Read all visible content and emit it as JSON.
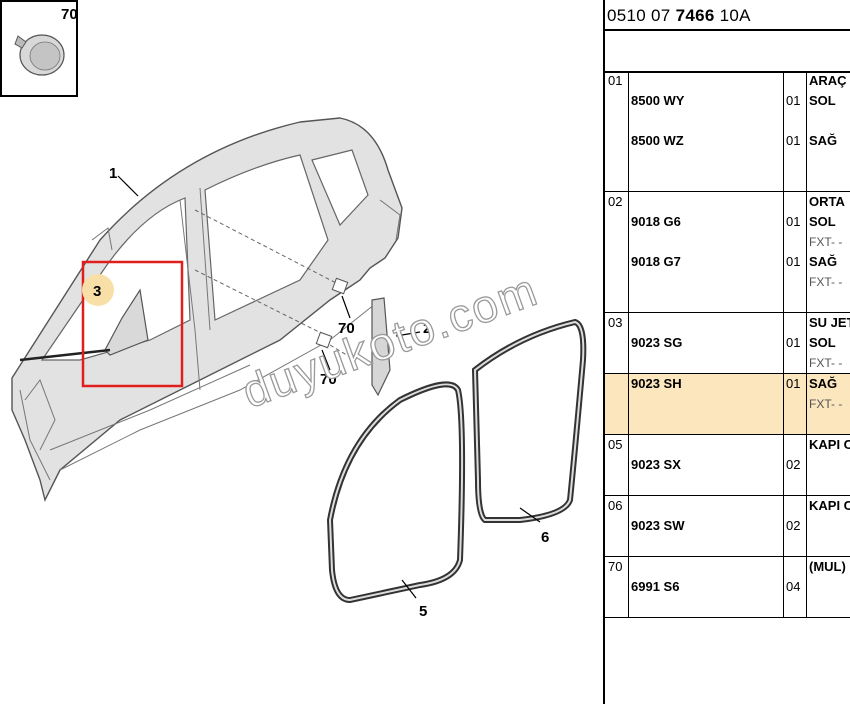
{
  "header": {
    "ref_prefix": "0510 07",
    "ref_bold": "7466",
    "ref_suffix": "10A"
  },
  "diagram": {
    "inset_label": "70",
    "callouts": {
      "c1": "1",
      "c2": "2",
      "c3": "3",
      "c5": "5",
      "c6": "6",
      "c70a": "70",
      "c70b": "70"
    },
    "watermark": "duyukoto.com"
  },
  "rows": [
    {
      "grp": "01",
      "lines": [
        {
          "part": "",
          "qty": "",
          "desc": "ARAÇ",
          "fx": false
        },
        {
          "part": "8500 WY",
          "qty": "01",
          "desc": "SOL",
          "fx": false
        },
        {
          "part": "",
          "qty": "",
          "desc": "",
          "fx": false
        },
        {
          "part": "8500 WZ",
          "qty": "01",
          "desc": "SAĞ",
          "fx": false
        },
        {
          "part": "",
          "qty": "",
          "desc": "",
          "fx": false
        },
        {
          "part": "",
          "qty": "",
          "desc": "",
          "fx": false
        }
      ]
    },
    {
      "grp": "02",
      "lines": [
        {
          "part": "",
          "qty": "",
          "desc": "ORTA",
          "fx": false
        },
        {
          "part": "9018 G6",
          "qty": "01",
          "desc": "SOL",
          "fx": false
        },
        {
          "part": "",
          "qty": "",
          "desc": "FXT- -",
          "fx": true
        },
        {
          "part": "9018 G7",
          "qty": "01",
          "desc": "SAĞ",
          "fx": false
        },
        {
          "part": "",
          "qty": "",
          "desc": "FXT- -",
          "fx": true
        },
        {
          "part": "",
          "qty": "",
          "desc": "",
          "fx": false
        }
      ]
    },
    {
      "grp": "03",
      "lines": [
        {
          "part": "",
          "qty": "",
          "desc": "SU JET",
          "fx": false
        },
        {
          "part": "9023 SG",
          "qty": "01",
          "desc": "SOL",
          "fx": false
        },
        {
          "part": "",
          "qty": "",
          "desc": "FXT- -",
          "fx": true
        }
      ]
    },
    {
      "grp": "",
      "highlight": true,
      "lines": [
        {
          "part": "9023 SH",
          "qty": "01",
          "desc": "SAĞ",
          "fx": false
        },
        {
          "part": "",
          "qty": "",
          "desc": "FXT- -",
          "fx": true
        },
        {
          "part": "",
          "qty": "",
          "desc": "",
          "fx": false
        }
      ]
    },
    {
      "grp": "05",
      "lines": [
        {
          "part": "",
          "qty": "",
          "desc": "KAPI C",
          "fx": false
        },
        {
          "part": "9023 SX",
          "qty": "02",
          "desc": "",
          "fx": false
        },
        {
          "part": "",
          "qty": "",
          "desc": "",
          "fx": false
        }
      ]
    },
    {
      "grp": "06",
      "lines": [
        {
          "part": "",
          "qty": "",
          "desc": "KAPI C",
          "fx": false
        },
        {
          "part": "9023 SW",
          "qty": "02",
          "desc": "",
          "fx": false
        },
        {
          "part": "",
          "qty": "",
          "desc": "",
          "fx": false
        }
      ]
    },
    {
      "grp": "70",
      "lines": [
        {
          "part": "",
          "qty": "",
          "desc": "(MUL)",
          "fx": false
        },
        {
          "part": "6991 S6",
          "qty": "04",
          "desc": "",
          "fx": false
        },
        {
          "part": "",
          "qty": "",
          "desc": "",
          "fx": false
        }
      ]
    }
  ]
}
